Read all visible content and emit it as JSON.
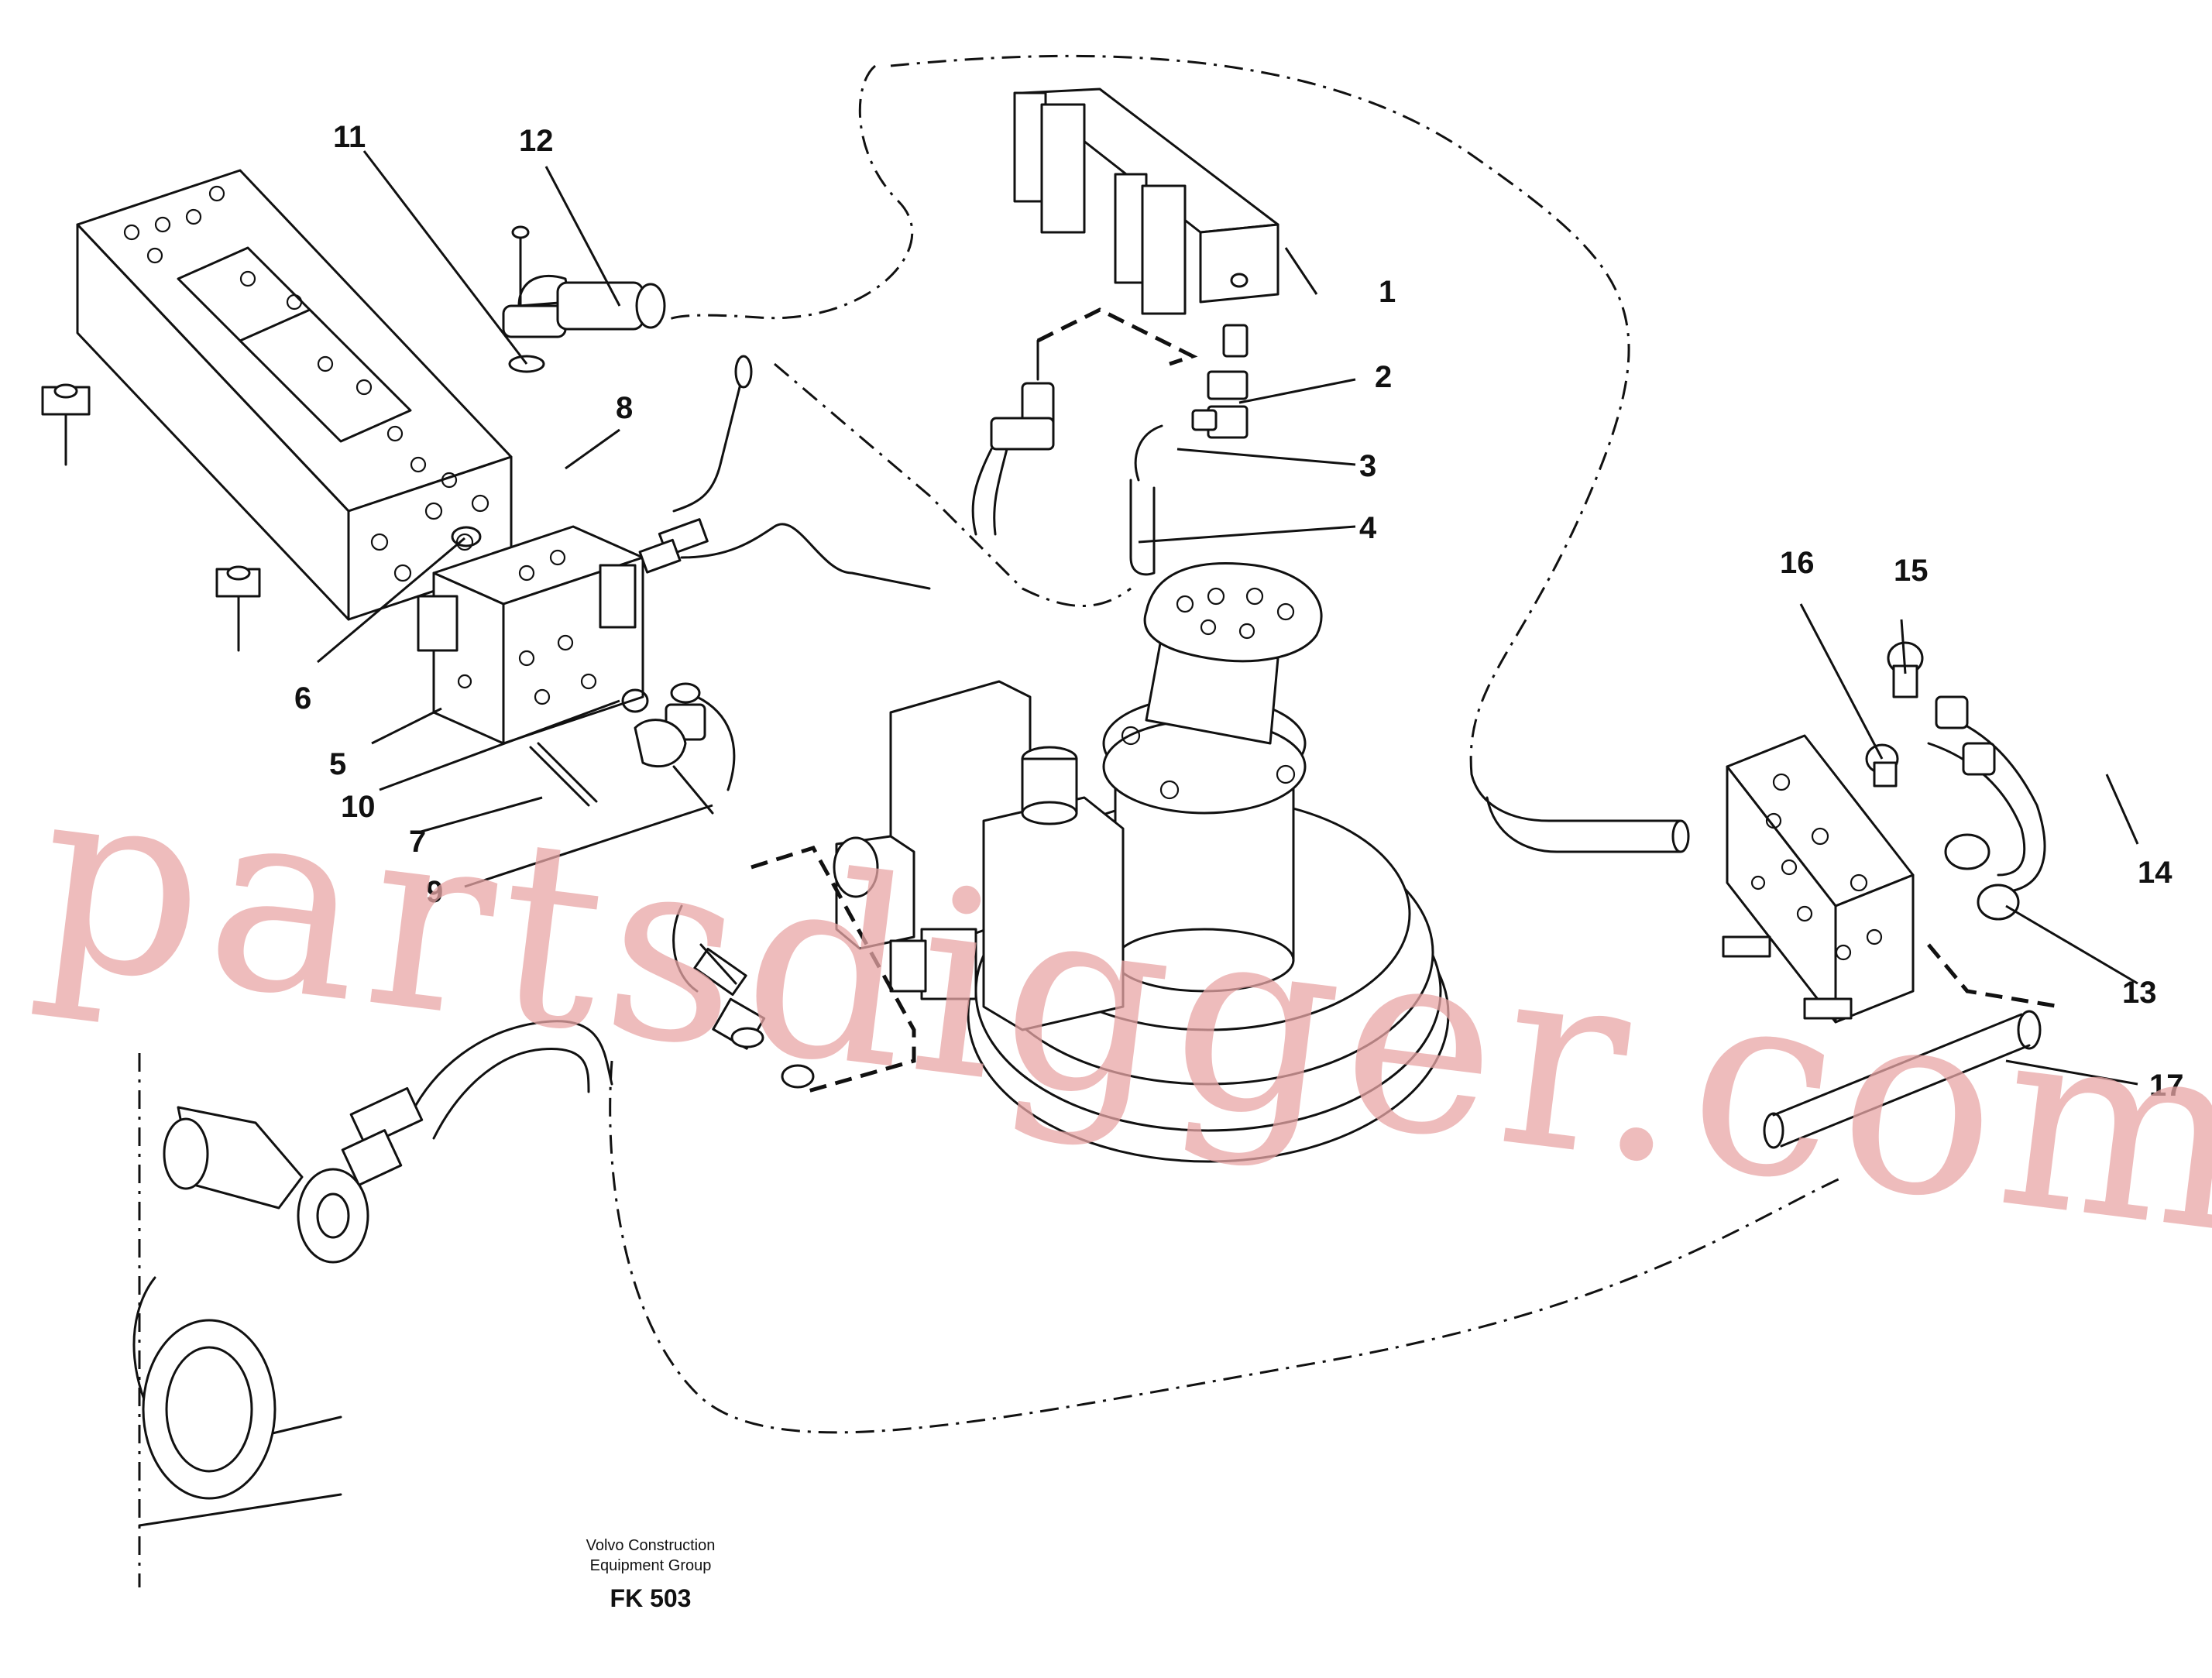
{
  "diagram": {
    "callouts": [
      {
        "id": "c1",
        "label": "1"
      },
      {
        "id": "c2",
        "label": "2"
      },
      {
        "id": "c3",
        "label": "3"
      },
      {
        "id": "c4",
        "label": "4"
      },
      {
        "id": "c5",
        "label": "5"
      },
      {
        "id": "c6",
        "label": "6"
      },
      {
        "id": "c7",
        "label": "7"
      },
      {
        "id": "c8",
        "label": "8"
      },
      {
        "id": "c9",
        "label": "9"
      },
      {
        "id": "c10",
        "label": "10"
      },
      {
        "id": "c11",
        "label": "11"
      },
      {
        "id": "c12",
        "label": "12"
      },
      {
        "id": "c13",
        "label": "13"
      },
      {
        "id": "c14",
        "label": "14"
      },
      {
        "id": "c15",
        "label": "15"
      },
      {
        "id": "c16",
        "label": "16"
      },
      {
        "id": "c17",
        "label": "17"
      }
    ],
    "credit_line1": "Volvo Construction",
    "credit_line2": "Equipment Group",
    "figure_code": "FK 503",
    "watermark": "partsdigger.com"
  },
  "colors": {
    "line": "#111111",
    "watermark": "#e8a6a6",
    "background": "#ffffff"
  }
}
